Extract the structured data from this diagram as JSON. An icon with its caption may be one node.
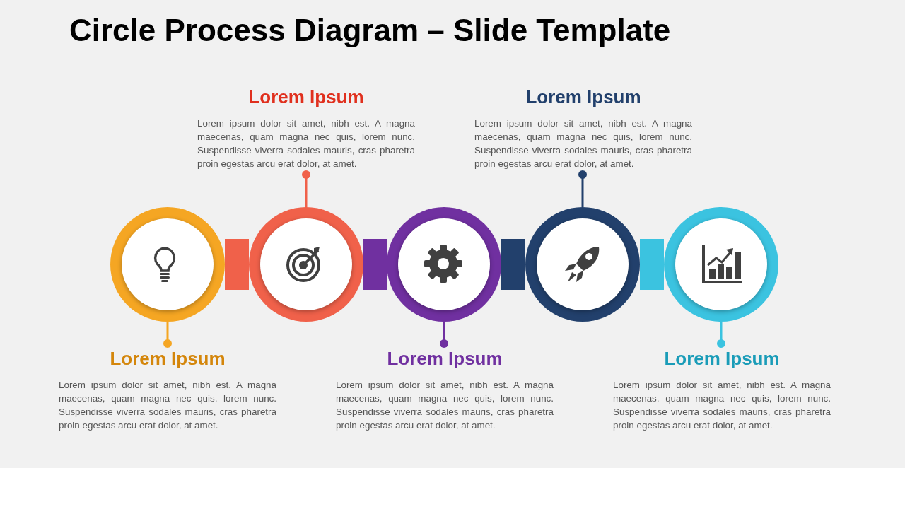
{
  "diagram": {
    "title": "Circle Process Diagram – Slide Template",
    "nodes": [
      {
        "text": [],
        "shape": "circle"
      },
      {
        "text": [],
        "shape": "circle"
      },
      {
        "text": [],
        "shape": "circle"
      },
      {
        "text": [],
        "shape": "circle"
      },
      {
        "text": [],
        "shape": "circle"
      },
      {
        "text": [
          "Lorem Ipsum",
          "Lorem ipsum dolor sit amet, nibh est. A magna maecenas, quam magna nec quis, lorem nunc. Suspendisse viverra sodales mauris, cras pharetra proin egestas arcu erat dolor, at amet."
        ]
      },
      {
        "text": [
          "Lorem Ipsum",
          "Lorem ipsum dolor sit amet, nibh est. A magna maecenas, quam magna nec quis, lorem nunc. Suspendisse viverra sodales mauris, cras pharetra proin egestas arcu erat dolor, at amet."
        ]
      },
      {
        "text": [
          "Lorem Ipsum",
          "Lorem ipsum dolor sit amet, nibh est. A magna maecenas, quam magna nec quis, lorem nunc. Suspendisse viverra sodales mauris, cras pharetra proin egestas arcu erat dolor, at amet."
        ]
      },
      {
        "text": [
          "Lorem Ipsum",
          "Lorem ipsum dolor sit amet, nibh est. A magna maecenas, quam magna nec quis, lorem nunc. Suspendisse viverra sodales mauris, cras pharetra proin egestas arcu erat dolor, at amet."
        ]
      },
      {
        "text": [
          "Lorem Ipsum",
          "Lorem ipsum dolor sit amet, nibh est. A magna maecenas, quam magna nec quis, lorem nunc. Suspendisse viverra sodales mauris, cras pharetra proin egestas arcu erat dolor, at amet."
        ]
      }
    ],
    "edges": [
      {
        "from": 0,
        "to": 1,
        "arrow": "none",
        "style": "thick",
        "color": "#f0614a"
      },
      {
        "from": 1,
        "to": 2,
        "arrow": "none",
        "style": "thick",
        "color": "#7030a0"
      },
      {
        "from": 2,
        "to": 3,
        "arrow": "none",
        "style": "thick",
        "color": "#22406c"
      },
      {
        "from": 3,
        "to": 4,
        "arrow": "none",
        "style": "thick",
        "color": "#3bc3e0"
      },
      {
        "from": 5,
        "to": 0,
        "arrow": "other",
        "color": "#f5a623"
      },
      {
        "from": 6,
        "to": 1,
        "arrow": "other",
        "color": "#f0614a"
      },
      {
        "from": 7,
        "to": 2,
        "arrow": "other",
        "color": "#7030a0"
      },
      {
        "from": 8,
        "to": 3,
        "arrow": "other",
        "color": "#22406c"
      },
      {
        "from": 9,
        "to": 4,
        "arrow": "other",
        "color": "#3bc3e0"
      }
    ]
  }
}
